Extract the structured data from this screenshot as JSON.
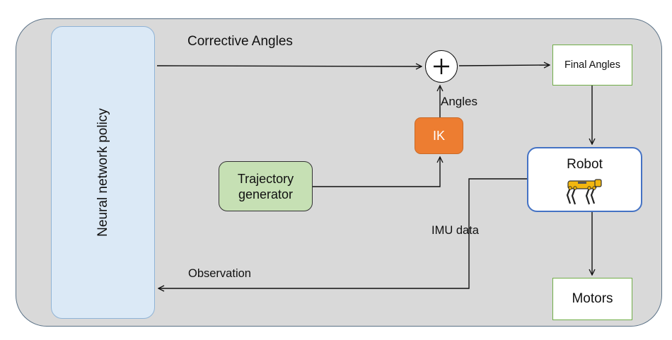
{
  "diagram": {
    "nodes": {
      "policy": {
        "label": "Neural network policy"
      },
      "trajectory_generator": {
        "label_line1": "Trajectory",
        "label_line2": "generator"
      },
      "ik": {
        "label": "IK"
      },
      "sum": {
        "symbol": "+"
      },
      "final_angles": {
        "label": "Final Angles"
      },
      "robot": {
        "label": "Robot",
        "icon": "quadruped-robot-icon"
      },
      "motors": {
        "label": "Motors"
      }
    },
    "edges": {
      "corrective_angles": {
        "label": "Corrective Angles",
        "from": "policy",
        "to": "sum"
      },
      "angles": {
        "label": "Angles",
        "from": "ik",
        "to": "sum"
      },
      "imu_data": {
        "label": "IMU data",
        "from": "robot",
        "to": "policy"
      },
      "observation": {
        "label": "Observation",
        "from": "robot",
        "to": "policy"
      },
      "trajectory": {
        "label": "",
        "from": "trajectory_generator",
        "to": "ik"
      },
      "sum_out": {
        "label": "",
        "from": "sum",
        "to": "final_angles"
      },
      "final_to_robot": {
        "label": "",
        "from": "final_angles",
        "to": "robot"
      },
      "robot_to_motors": {
        "label": "",
        "from": "robot",
        "to": "motors"
      }
    },
    "colors": {
      "background_panel": "#d9d9d9",
      "policy_fill": "#dbe9f6",
      "trajectory_fill": "#c6e0b4",
      "ik_fill": "#ed7d31",
      "robot_border": "#4472c4",
      "output_border": "#70ad47"
    }
  }
}
